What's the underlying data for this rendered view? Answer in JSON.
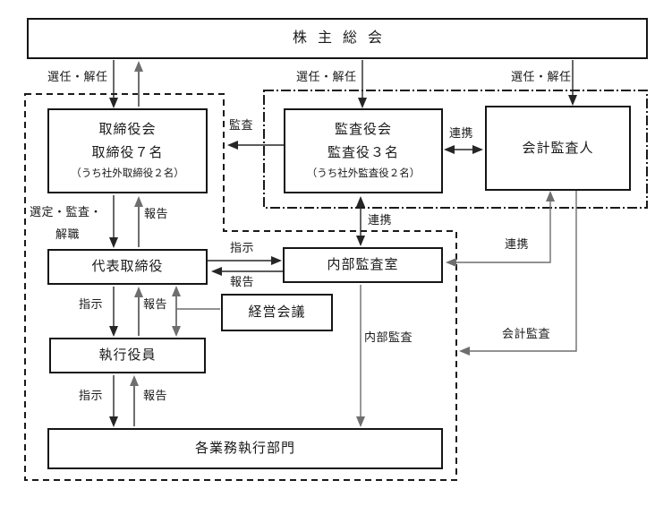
{
  "nodes": {
    "shareholders_meeting": {
      "label": "株主総会"
    },
    "board_of_directors": {
      "title": "取締役会",
      "members": "取締役７名",
      "note": "（うち社外取締役２名）"
    },
    "audit_supervisory_board": {
      "title": "監査役会",
      "members": "監査役３名",
      "note": "（うち社外監査役２名）"
    },
    "accounting_auditor": {
      "label": "会計監査人"
    },
    "representative_director": {
      "label": "代表取締役"
    },
    "internal_audit_office": {
      "label": "内部監査室"
    },
    "management_meeting": {
      "label": "経営会議"
    },
    "executive_officers": {
      "label": "執行役員"
    },
    "operating_departments": {
      "label": "各業務執行部門"
    }
  },
  "edge_labels": {
    "elect_dismiss_board": "選任・解任",
    "elect_dismiss_audit_board": "選任・解任",
    "elect_dismiss_accounting_auditor": "選任・解任",
    "audit": "監査",
    "cooperation_audit_accounting": "連携",
    "cooperation_audit_internal": "連携",
    "cooperation_accounting_internal": "連携",
    "select_audit_dismiss_line1": "選定・監査・",
    "select_audit_dismiss_line2": "解職",
    "report_to_board": "報告",
    "instruct_internal_audit": "指示",
    "report_from_internal_audit": "報告",
    "instruct_executive": "指示",
    "report_from_executive": "報告",
    "instruct_departments": "指示",
    "report_from_departments": "報告",
    "internal_audit": "内部監査",
    "accounting_audit": "会計監査"
  },
  "colors": {
    "line_black": "#262626",
    "line_gray": "#6e6e6e",
    "border": "#151515",
    "background": "#ffffff"
  }
}
